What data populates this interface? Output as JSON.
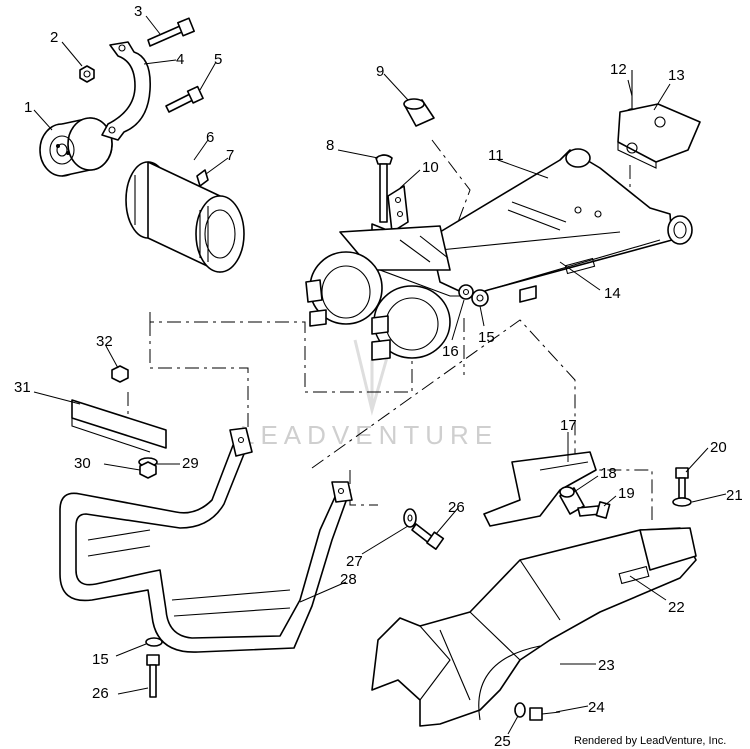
{
  "watermark": "LEADVENTURE",
  "credit": "Rendered by LeadVenture, Inc.",
  "callouts": [
    {
      "id": "c1",
      "text": "1"
    },
    {
      "id": "c2",
      "text": "2"
    },
    {
      "id": "c3",
      "text": "3"
    },
    {
      "id": "c4",
      "text": "4"
    },
    {
      "id": "c5",
      "text": "5"
    },
    {
      "id": "c6",
      "text": "6"
    },
    {
      "id": "c7",
      "text": "7"
    },
    {
      "id": "c8",
      "text": "8"
    },
    {
      "id": "c9",
      "text": "9"
    },
    {
      "id": "c10",
      "text": "10"
    },
    {
      "id": "c11",
      "text": "11"
    },
    {
      "id": "c12",
      "text": "12"
    },
    {
      "id": "c13",
      "text": "13"
    },
    {
      "id": "c14",
      "text": "14"
    },
    {
      "id": "c15a",
      "text": "15"
    },
    {
      "id": "c16",
      "text": "16"
    },
    {
      "id": "c17",
      "text": "17"
    },
    {
      "id": "c18",
      "text": "18"
    },
    {
      "id": "c19",
      "text": "19"
    },
    {
      "id": "c20",
      "text": "20"
    },
    {
      "id": "c21",
      "text": "21"
    },
    {
      "id": "c22",
      "text": "22"
    },
    {
      "id": "c23",
      "text": "23"
    },
    {
      "id": "c24",
      "text": "24"
    },
    {
      "id": "c25",
      "text": "25"
    },
    {
      "id": "c26a",
      "text": "26"
    },
    {
      "id": "c27",
      "text": "27"
    },
    {
      "id": "c28",
      "text": "28"
    },
    {
      "id": "c29",
      "text": "29"
    },
    {
      "id": "c30",
      "text": "30"
    },
    {
      "id": "c31",
      "text": "31"
    },
    {
      "id": "c32",
      "text": "32"
    },
    {
      "id": "c15b",
      "text": "15"
    },
    {
      "id": "c26b",
      "text": "26"
    }
  ]
}
